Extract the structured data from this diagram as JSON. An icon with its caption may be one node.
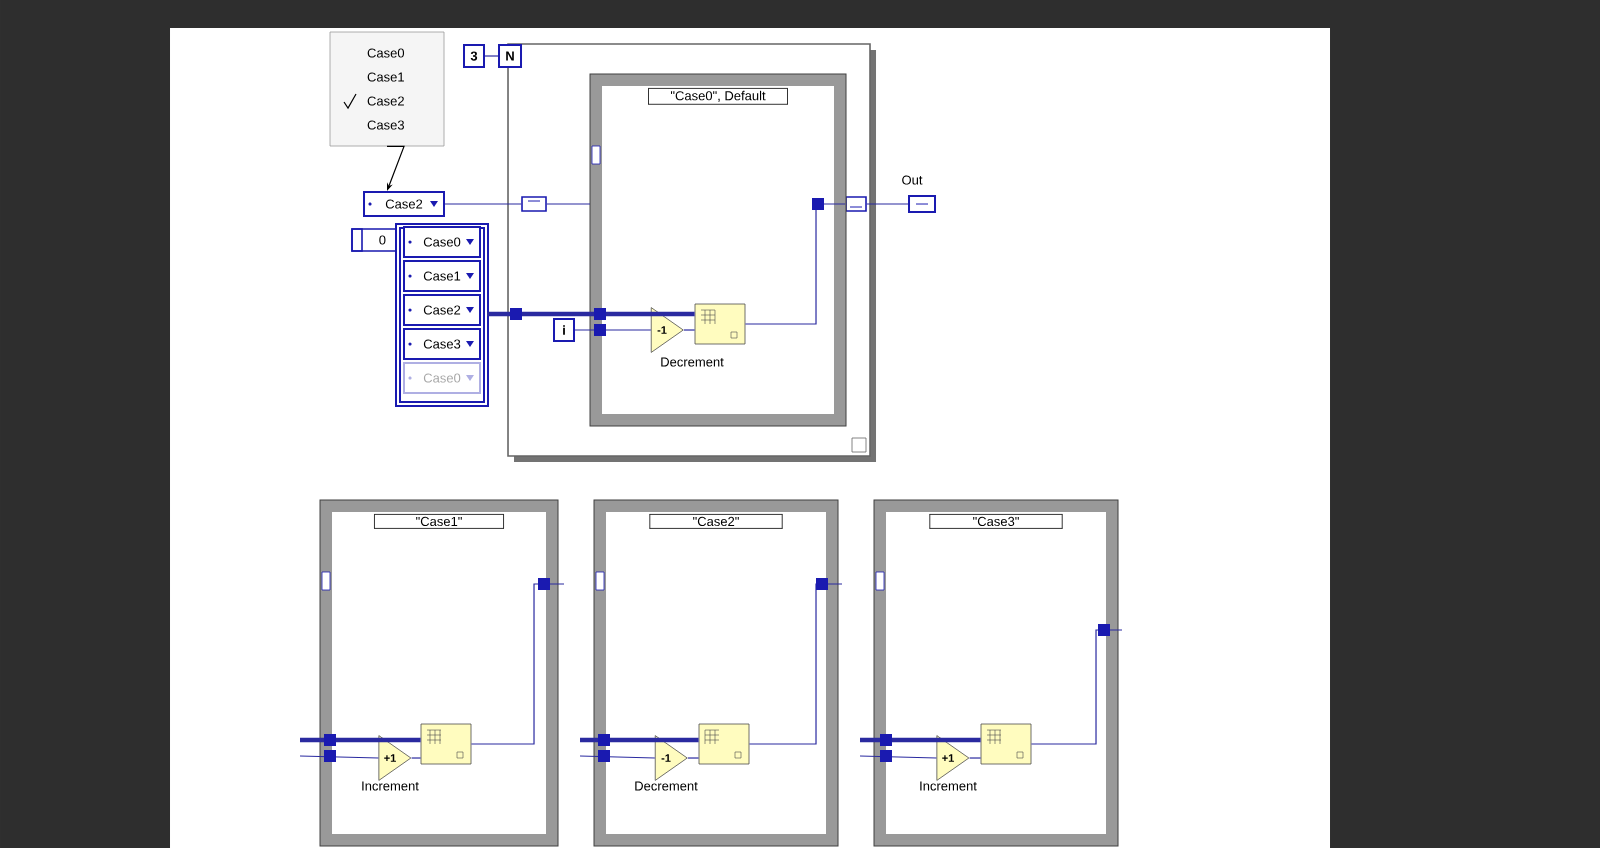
{
  "diagram": {
    "nodes": [
      {
        "text": [
          "Case0",
          "Case1",
          "Case2",
          "Case3"
        ]
      },
      {
        "text": [
          "Case2"
        ]
      },
      {
        "text": [
          "0"
        ]
      },
      {
        "text": [],
        "shape": "box"
      },
      {
        "text": [
          "Case0"
        ],
        "in": 3
      },
      {
        "text": [
          "Case1"
        ],
        "in": 3
      },
      {
        "text": [
          "Case2"
        ],
        "in": 3
      },
      {
        "text": [
          "Case3"
        ],
        "in": 3
      },
      {
        "text": [
          "Case0"
        ],
        "in": 3
      },
      {
        "text": [
          "3"
        ]
      },
      {
        "text": [],
        "shape": "box"
      },
      {
        "text": [
          "N"
        ],
        "in": 10
      },
      {
        "text": [],
        "shape": "box",
        "in": 10
      },
      {
        "text": [],
        "shape": "box",
        "in": 10
      },
      {
        "text": [
          "i"
        ],
        "in": 10
      },
      {
        "text": [
          "\"Case0\", Default"
        ],
        "in": 10
      },
      {
        "text": [
          "-1"
        ],
        "in": 15,
        "beside": [
          "Decrement"
        ]
      },
      {
        "text": [],
        "shape": "picture",
        "in": 15
      },
      {
        "text": [],
        "shape": "box",
        "beside": [
          "Out"
        ]
      },
      {
        "text": [
          "\"Case1\""
        ]
      },
      {
        "text": [
          "+1"
        ],
        "in": 19,
        "beside": [
          "Increment"
        ]
      },
      {
        "text": [],
        "shape": "picture",
        "in": 19
      },
      {
        "text": [
          "\"Case2\""
        ]
      },
      {
        "text": [
          "-1"
        ],
        "in": 22,
        "beside": [
          "Decrement"
        ]
      },
      {
        "text": [],
        "shape": "picture",
        "in": 22
      },
      {
        "text": [
          "\"Case3\""
        ]
      },
      {
        "text": [
          "+1"
        ],
        "in": 25,
        "beside": [
          "Increment"
        ]
      },
      {
        "text": [],
        "shape": "picture",
        "in": 25
      }
    ],
    "edges": [
      {
        "from": 0,
        "to": 1,
        "arrow": "to",
        "color": "#000000"
      },
      {
        "from": 1,
        "to": 12,
        "arrow": "none"
      },
      {
        "from": 12,
        "to": 15,
        "arrow": "none"
      },
      {
        "from": 3,
        "to": 17,
        "arrow": "none",
        "style": "thick"
      },
      {
        "from": 14,
        "to": 16,
        "arrow": "none"
      },
      {
        "from": 16,
        "to": 17,
        "arrow": "none"
      },
      {
        "from": 17,
        "to": 13,
        "arrow": "none"
      },
      {
        "from": 13,
        "to": 18,
        "arrow": "none"
      },
      {
        "from": 9,
        "to": 11,
        "arrow": "none"
      },
      {
        "from": null,
        "to": 21,
        "arrow": "none",
        "style": "thick"
      },
      {
        "from": null,
        "to": 20,
        "arrow": "none"
      },
      {
        "from": 20,
        "to": 21,
        "arrow": "none"
      },
      {
        "from": 21,
        "to": null,
        "arrow": "none"
      },
      {
        "from": null,
        "to": 24,
        "arrow": "none",
        "style": "thick"
      },
      {
        "from": null,
        "to": 23,
        "arrow": "none"
      },
      {
        "from": 23,
        "to": 24,
        "arrow": "none"
      },
      {
        "from": 24,
        "to": null,
        "arrow": "none"
      },
      {
        "from": null,
        "to": 27,
        "arrow": "none",
        "style": "thick"
      },
      {
        "from": null,
        "to": 26,
        "arrow": "none"
      },
      {
        "from": 26,
        "to": 27,
        "arrow": "none"
      },
      {
        "from": 27,
        "to": null,
        "arrow": "none"
      }
    ]
  }
}
